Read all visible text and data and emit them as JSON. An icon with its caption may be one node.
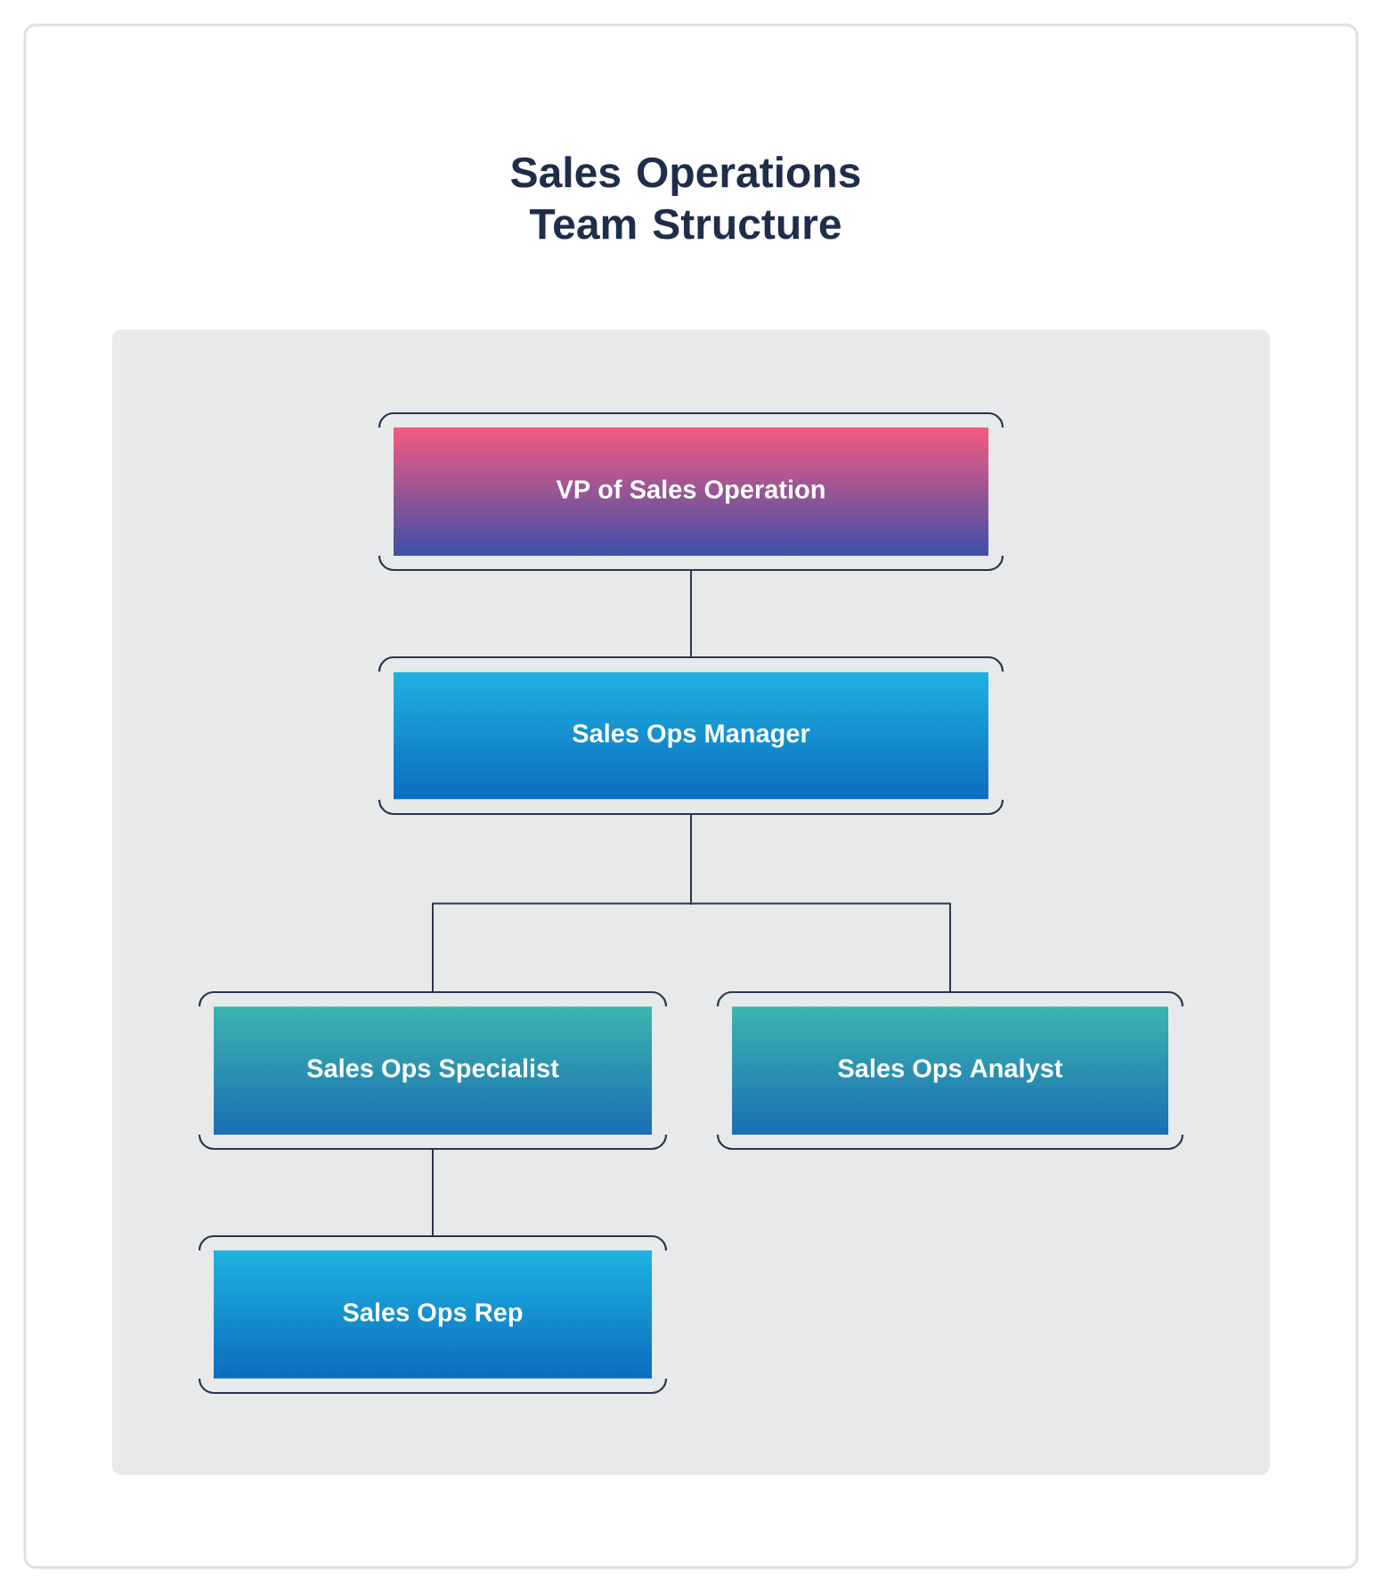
{
  "diagram": {
    "title": "Sales Operations Team Structure",
    "nodes": [
      {
        "text": [
          "VP of Sales Operation"
        ]
      },
      {
        "text": [
          "Sales Ops Manager"
        ]
      },
      {
        "text": [
          "Sales Ops Specialist"
        ]
      },
      {
        "text": [
          "Sales Ops Analyst"
        ]
      },
      {
        "text": [
          "Sales Ops Rep"
        ]
      }
    ],
    "edges": [
      {
        "from": 0,
        "to": 1,
        "arrow": "none"
      },
      {
        "from": 1,
        "to": 2,
        "arrow": "none"
      },
      {
        "from": 1,
        "to": 3,
        "arrow": "none"
      },
      {
        "from": 2,
        "to": 4,
        "arrow": "none"
      }
    ]
  }
}
